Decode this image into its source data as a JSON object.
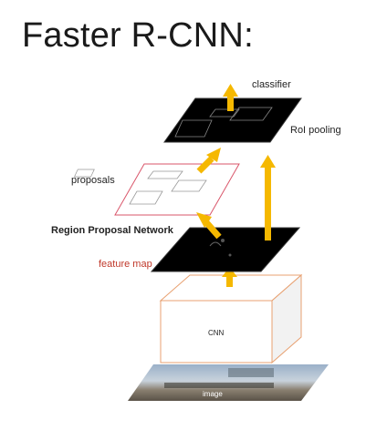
{
  "title": "Faster R-CNN:",
  "labels": {
    "classifier": "classifier",
    "roi_pooling": "RoI pooling",
    "proposals": "proposals",
    "rpn": "Region Proposal Network",
    "feature_map": "feature map",
    "cnn": "CNN",
    "image": "image"
  },
  "colors": {
    "arrow": "#f5b800",
    "accent_red": "#c0392b",
    "feature_layer": "#000000",
    "cnn_box_border": "#e8a070"
  }
}
